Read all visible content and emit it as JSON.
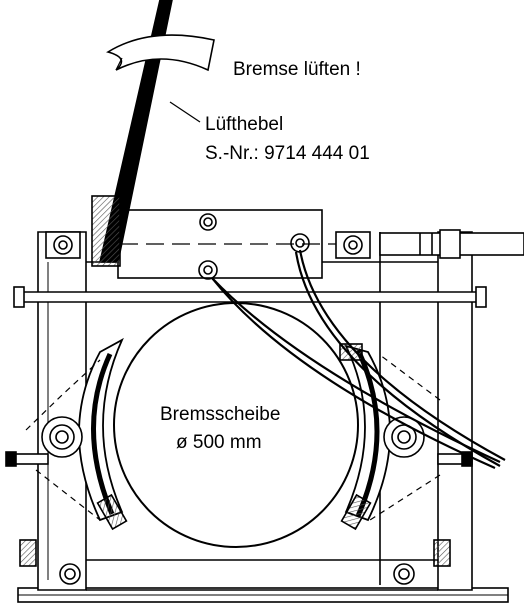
{
  "labels": {
    "release_instruction": "Bremse lüften !",
    "lever_name": "Lüfthebel",
    "lever_serial": "S.-Nr.: 9714 444 01",
    "disc_name": "Bremsscheibe",
    "disc_diameter": "ø 500 mm"
  },
  "colors": {
    "ink": "#000000",
    "paper": "#ffffff",
    "hatch": "#555555"
  }
}
